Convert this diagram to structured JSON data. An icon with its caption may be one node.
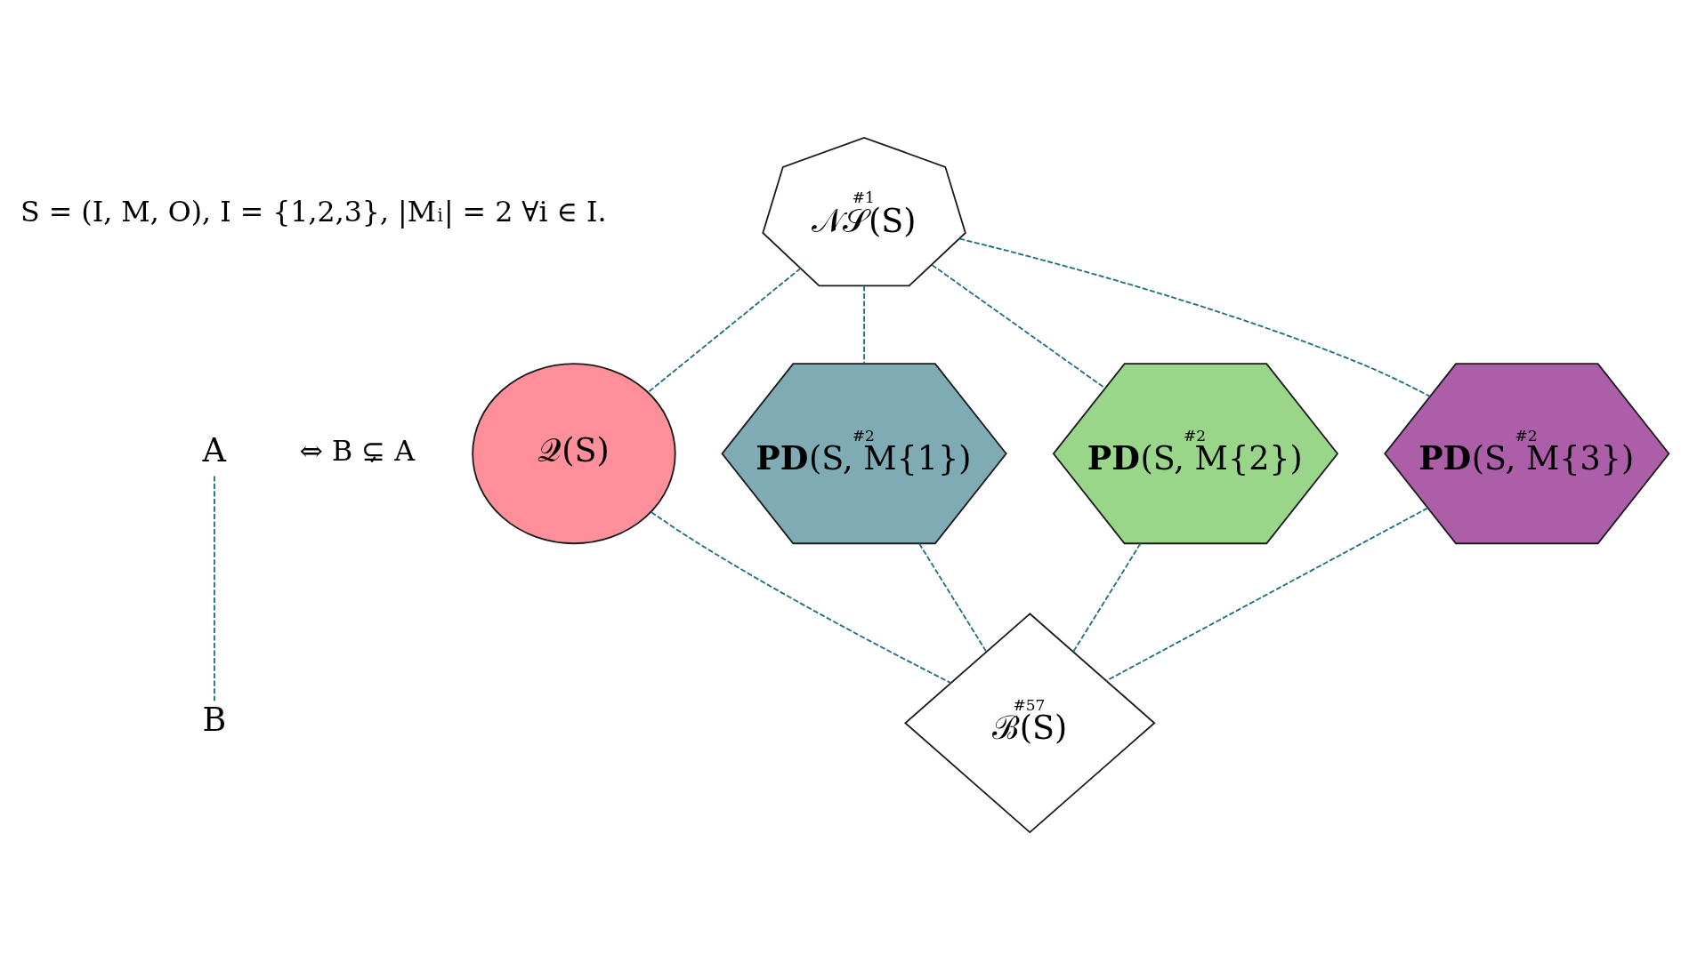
{
  "diagram": {
    "nodes": [
      {
        "text": [
          "#1",
          "𝒩𝒮(S)"
        ]
      },
      {
        "text": [
          "𝒬(S)"
        ]
      },
      {
        "text": [
          "#2",
          "**PD**(S, M{1})"
        ]
      },
      {
        "text": [
          "#2",
          "**PD**(S, M{2})"
        ]
      },
      {
        "text": [
          "#2",
          "**PD**(S, M{3})"
        ]
      },
      {
        "text": [
          "#57",
          "ℬ(S)"
        ]
      },
      {
        "text": [
          "A"
        ]
      },
      {
        "text": [
          "B"
        ]
      }
    ],
    "edges": [
      {
        "from": 0,
        "to": 1,
        "arrow": "none",
        "style": "dashed"
      },
      {
        "from": 0,
        "to": 2,
        "arrow": "none",
        "style": "dashed"
      },
      {
        "from": 0,
        "to": 3,
        "arrow": "none",
        "style": "dashed"
      },
      {
        "from": 0,
        "to": 4,
        "arrow": "none",
        "style": "dashed"
      },
      {
        "from": 1,
        "to": 5,
        "arrow": "none",
        "style": "dashed"
      },
      {
        "from": 2,
        "to": 5,
        "arrow": "none",
        "style": "dashed"
      },
      {
        "from": 3,
        "to": 5,
        "arrow": "none",
        "style": "dashed"
      },
      {
        "from": 4,
        "to": 5,
        "arrow": "none",
        "style": "dashed"
      },
      {
        "from": 6,
        "to": 7,
        "arrow": "none",
        "style": "dashed"
      }
    ],
    "labels": [
      "S = (I, M, O), I = {1,2,3}, |M$_{i}$| = 2 ∀i ∈ I.",
      "⇔ B ⊊ A"
    ]
  }
}
